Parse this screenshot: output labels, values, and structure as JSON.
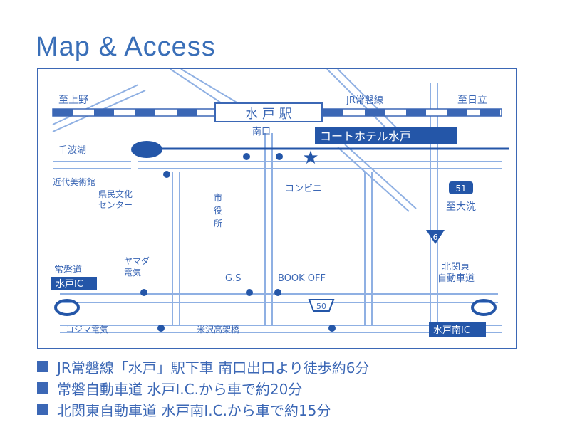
{
  "title": "Map & Access",
  "map": {
    "station": "水 戸 駅",
    "south_exit": "南口",
    "to_ueno": "至上野",
    "jr_joban": "JR常磐線",
    "to_hitachi": "至日立",
    "hotel": "コートホテル水戸",
    "senba_lake": "千波湖",
    "modern_art": "近代美術館",
    "culture_center": "県民文化\nセンター",
    "city_hall": "市\n役\n所",
    "conbini": "コンビニ",
    "to_oarai": "至大洗",
    "route_51": "51",
    "route_6": "6",
    "route_50": "50",
    "joban_road": "常磐道",
    "mito_ic": "水戸IC",
    "yamada": "ヤマダ\n電気",
    "gs": "G.S",
    "book_off": "BOOK OFF",
    "kita_kanto": "北関東\n自動車道",
    "mito_minami_ic": "水戸南IC",
    "kojima": "コジマ電気",
    "yonezawa": "米沢高架橋"
  },
  "legend": [
    "JR常磐線「水戸」駅下車 南口出口より徒歩約6分",
    "常磐自動車道 水戸I.C.から車で約20分",
    "北関東自動車道 水戸南I.C.から車で約15分"
  ],
  "colors": {
    "accent": "#3b67b5",
    "road": "#8fb0e3",
    "road_light": "#c9dbf4"
  }
}
